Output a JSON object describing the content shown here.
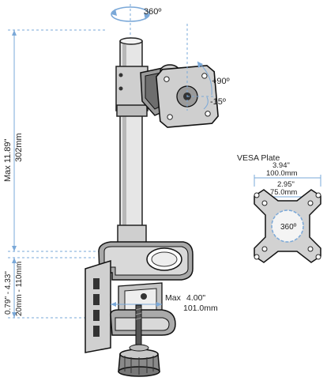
{
  "labels": {
    "top_rotation": "360º",
    "tilt_up": "+90º",
    "tilt_down": "-15º",
    "height_label": "Max  11.89\"",
    "height_label_mm": "302mm",
    "clamp_range_in": "0.79\" - 4.33\"",
    "clamp_range_mm": "20mm - 110mm",
    "clamp_depth_max": "Max",
    "clamp_depth_in": "4.00\"",
    "clamp_depth_mm": "101.0mm",
    "vesa_title": "VESA Plate",
    "vesa_outer_in": "3.94\"",
    "vesa_outer_mm": "100.0mm",
    "vesa_inner_in": "2.95\"",
    "vesa_inner_mm": "75.0mm",
    "vesa_rotation": "360º"
  },
  "colors": {
    "dimension_line": "#7aa8d8",
    "outline": "#222222",
    "metal": "#d8d8d8"
  },
  "icons": {
    "rotation_arrow": "rotate-arrow-icon"
  }
}
